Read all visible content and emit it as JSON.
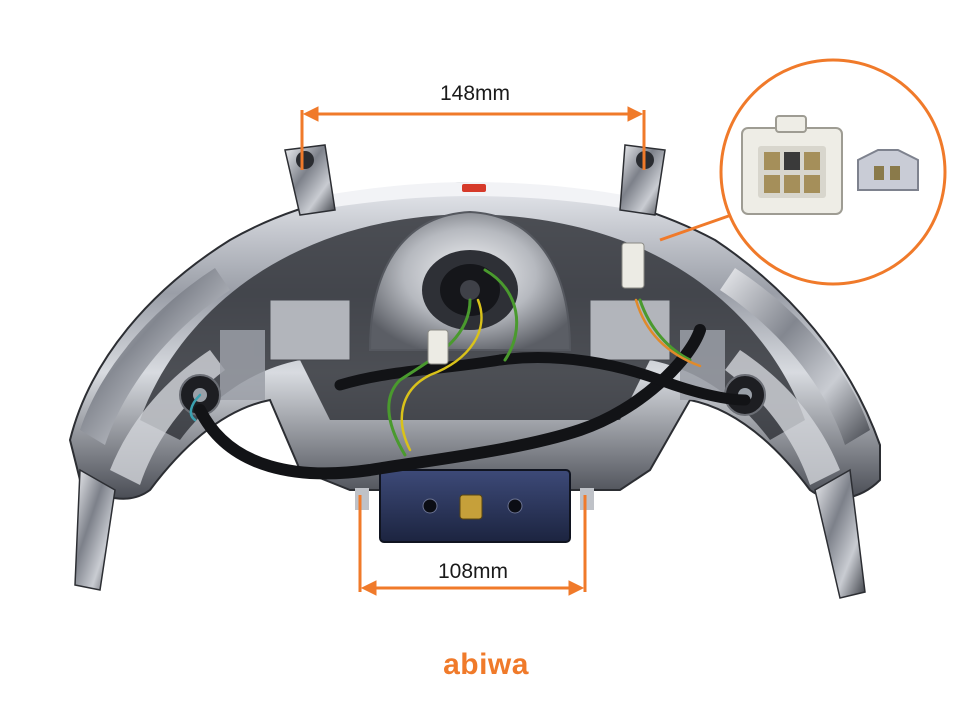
{
  "dimensions": {
    "top_width_label": "148mm",
    "bottom_width_label": "108mm"
  },
  "brand": {
    "name": "abiwa"
  },
  "colors": {
    "accent": "#f07a2a",
    "chrome": "#b9bcc2",
    "chrome_dark": "#3a3d44",
    "wire_green": "#4a9a2e",
    "wire_yellow": "#d9c21a",
    "connector": "#e9e6dc"
  },
  "inset": {
    "subject": "connector-closeup"
  }
}
